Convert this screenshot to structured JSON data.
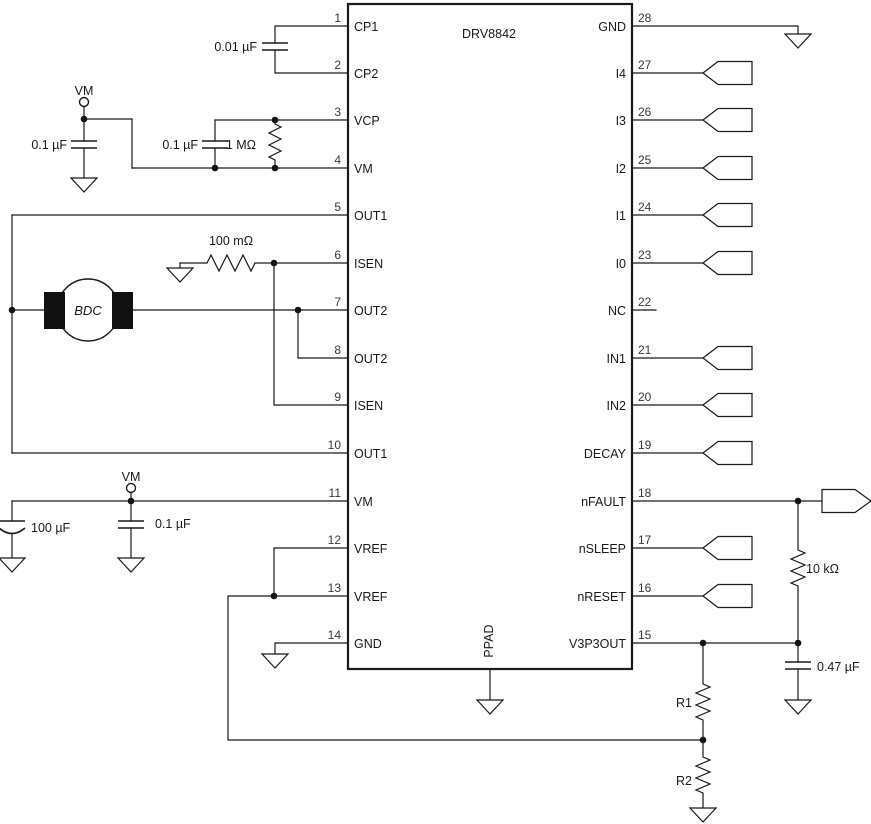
{
  "schematic": {
    "colors": {
      "wire": "#1a1a1a",
      "background": "#ffffff"
    },
    "ic": {
      "part_number": "DRV8842",
      "thermal_pad_label": "PPAD",
      "left_pins": [
        {
          "num": "1",
          "name": "CP1"
        },
        {
          "num": "2",
          "name": "CP2"
        },
        {
          "num": "3",
          "name": "VCP"
        },
        {
          "num": "4",
          "name": "VM"
        },
        {
          "num": "5",
          "name": "OUT1"
        },
        {
          "num": "6",
          "name": "ISEN"
        },
        {
          "num": "7",
          "name": "OUT2"
        },
        {
          "num": "8",
          "name": "OUT2"
        },
        {
          "num": "9",
          "name": "ISEN"
        },
        {
          "num": "10",
          "name": "OUT1"
        },
        {
          "num": "11",
          "name": "VM"
        },
        {
          "num": "12",
          "name": "VREF"
        },
        {
          "num": "13",
          "name": "VREF"
        },
        {
          "num": "14",
          "name": "GND"
        }
      ],
      "right_pins": [
        {
          "num": "28",
          "name": "GND",
          "terminal": "ground"
        },
        {
          "num": "27",
          "name": "I4",
          "terminal": "input"
        },
        {
          "num": "26",
          "name": "I3",
          "terminal": "input"
        },
        {
          "num": "25",
          "name": "I2",
          "terminal": "input"
        },
        {
          "num": "24",
          "name": "I1",
          "terminal": "input"
        },
        {
          "num": "23",
          "name": "I0",
          "terminal": "input"
        },
        {
          "num": "22",
          "name": "NC",
          "terminal": "stub"
        },
        {
          "num": "21",
          "name": "IN1",
          "terminal": "input"
        },
        {
          "num": "20",
          "name": "IN2",
          "terminal": "input"
        },
        {
          "num": "19",
          "name": "DECAY",
          "terminal": "input"
        },
        {
          "num": "18",
          "name": "nFAULT",
          "terminal": "output"
        },
        {
          "num": "17",
          "name": "nSLEEP",
          "terminal": "input"
        },
        {
          "num": "16",
          "name": "nRESET",
          "terminal": "input"
        },
        {
          "num": "15",
          "name": "V3P3OUT",
          "terminal": "none"
        }
      ]
    },
    "labels": {
      "vm_top": "VM",
      "vm_mid": "VM",
      "c_charge_pump": "0.01 µF",
      "c_vm_top": "0.1 µF",
      "c_vcp": "0.1 µF",
      "r_vcp": "1 MΩ",
      "r_sense": "100 mΩ",
      "motor": "BDC",
      "c_bulk": "100 µF",
      "c_vm": "0.1 µF",
      "r_pullup": "10 kΩ",
      "c_v3p3": "0.47 µF",
      "r_div_top": "R1",
      "r_div_bottom": "R2"
    }
  }
}
